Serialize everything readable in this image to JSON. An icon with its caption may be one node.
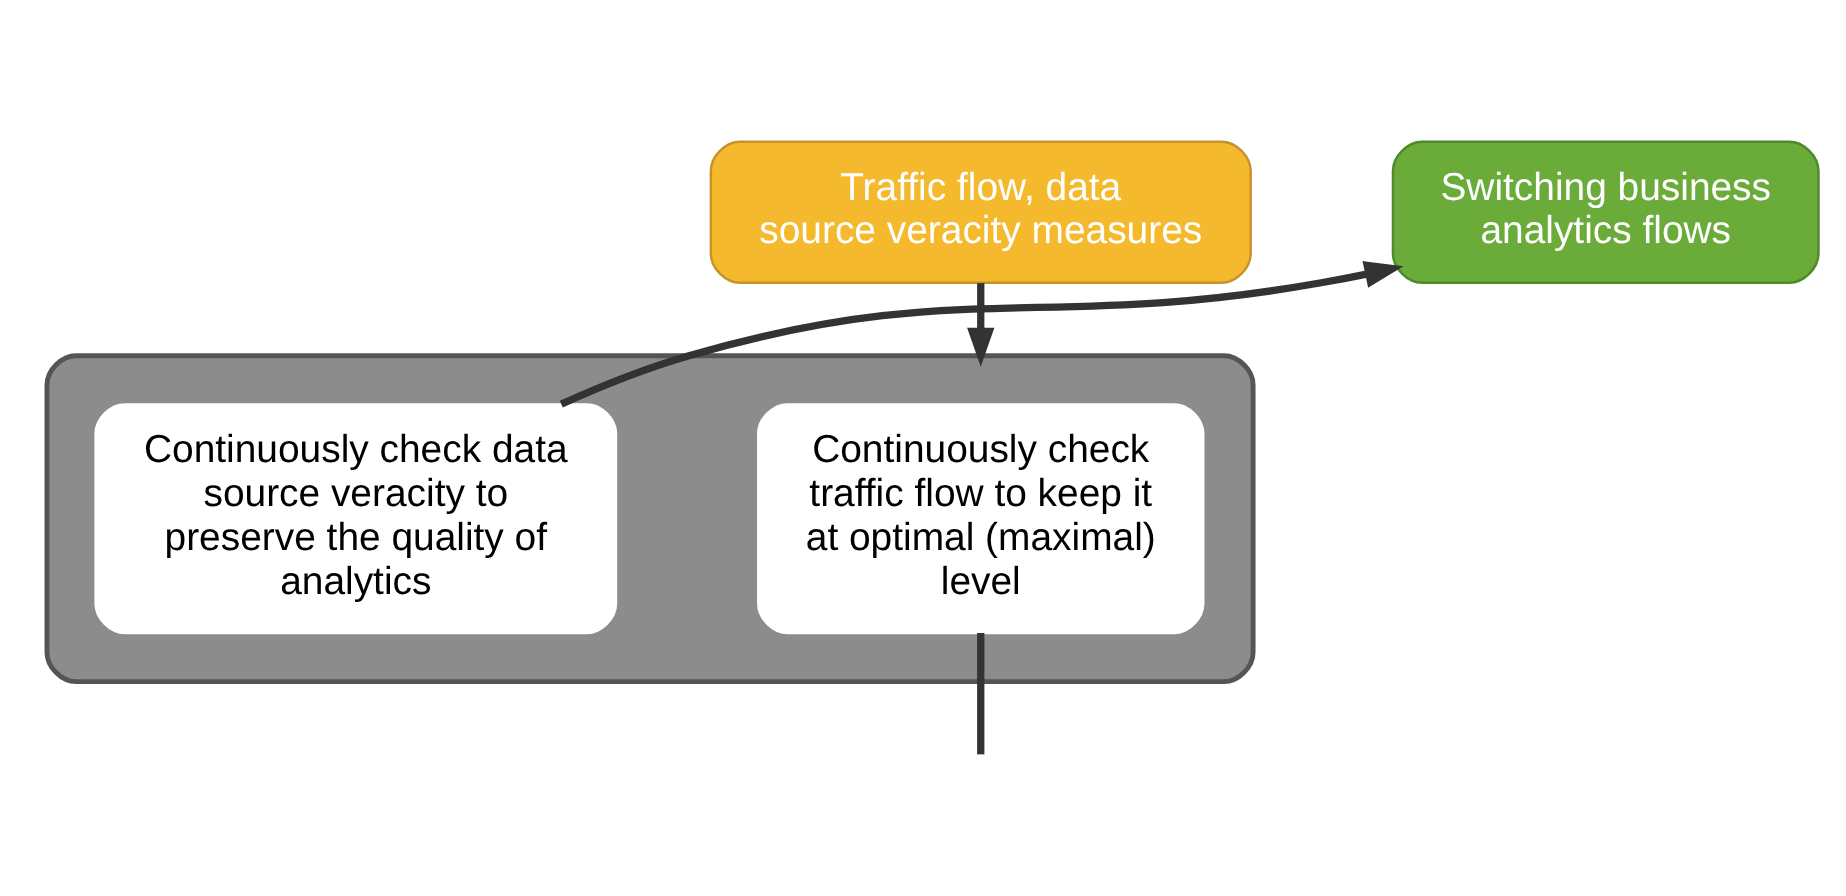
{
  "diagram": {
    "nodes": [
      {
        "text": [
          "Traffic flow, data source veracity measures"
        ]
      },
      {
        "text": [
          "Switching business analytics flows"
        ]
      },
      {
        "text": [],
        "shape": "box"
      },
      {
        "text": [
          "Continuously check traffic flow to keep it at optimal (maximal) level"
        ],
        "in": 2
      },
      {
        "text": [
          "Continuously check data source veracity to preserve the quality of analytics"
        ],
        "in": 2
      }
    ],
    "edges": [
      {
        "from": 0,
        "to": 2,
        "arrow": "to"
      },
      {
        "from": 4,
        "to": 1,
        "arrow": "to"
      },
      {
        "from": 3,
        "to": null,
        "arrow": "none"
      }
    ]
  }
}
